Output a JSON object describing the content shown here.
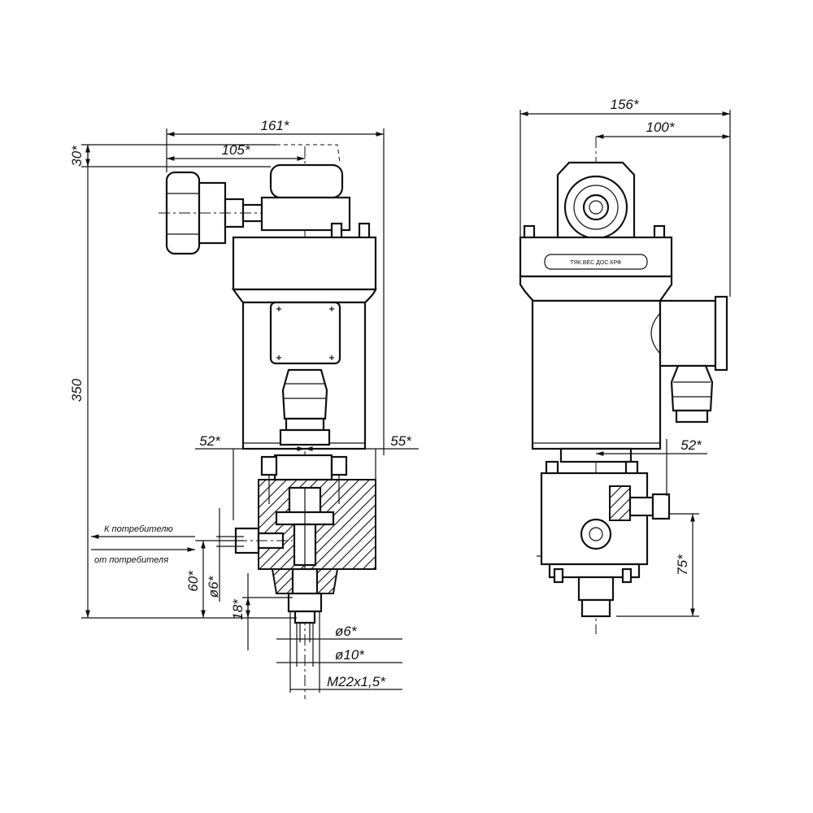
{
  "dimensions": {
    "front": {
      "overall_width": "161*",
      "offset_width": "105*",
      "top_offset": "30*",
      "overall_height": "350",
      "left_mount": "52*",
      "right_mount": "55*",
      "port_height": "60*",
      "port_diameter": "ø6*",
      "nozzle_height": "18*",
      "bore_inner": "ø6*",
      "bore_outer": "ø10*",
      "thread": "M22x1,5*"
    },
    "side": {
      "overall_width": "156*",
      "offset_width": "100*",
      "mount_width": "52*",
      "port_height": "75*"
    }
  },
  "flow": {
    "to_consumer": "К потребителю",
    "from_consumer": "от потребителя"
  },
  "nameplate_text": "ТЯК.ВЕС ДОС.КРФ"
}
